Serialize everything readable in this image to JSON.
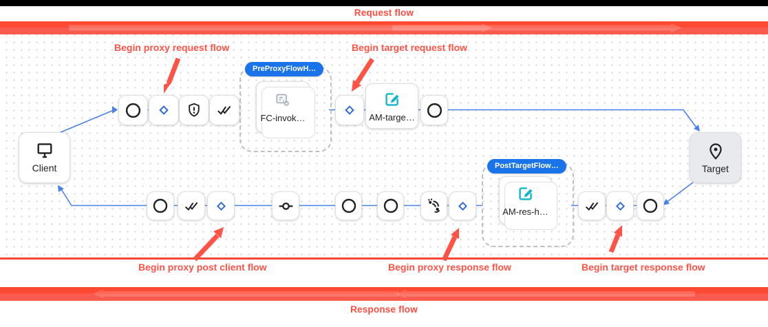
{
  "banners": {
    "request_label": "Request flow",
    "response_label": "Response flow"
  },
  "annotations": {
    "proxy_request": "Begin proxy request flow",
    "target_request": "Begin target request flow",
    "proxy_post_client": "Begin proxy post client flow",
    "proxy_response": "Begin proxy response flow",
    "target_response": "Begin target response flow"
  },
  "endpoints": {
    "client_label": "Client",
    "target_label": "Target"
  },
  "flow_hooks": {
    "pre_proxy_badge": "PreProxyFlowH…",
    "post_target_badge": "PostTargetFlow…"
  },
  "policies": {
    "flow_callout_label": "FC-invok…",
    "am_target_label": "AM-targe…",
    "am_response_label": "AM-res-h…"
  },
  "icons": {
    "client": "desktop-monitor-icon",
    "target": "location-pin-icon",
    "flow_step_circle": "circle-step-icon",
    "flow_step_diamond": "diamond-step-icon",
    "flow_step_shield": "shield-verify-icon",
    "flow_step_double_check": "double-check-icon",
    "flow_step_socket": "inline-socket-icon",
    "flow_step_signal": "signal-antenna-icon",
    "policy_edit": "edit-square-icon",
    "policy_flow_callout": "flow-callout-icon"
  },
  "colors": {
    "annotation_red": "#ff5347",
    "banner_red": "#ff4a33",
    "connector_blue": "#4a80e9",
    "badge_blue": "#1a73e8",
    "edit_teal": "#12b5cb",
    "node_border": "#dcdfe3",
    "target_bg": "#e9eaed"
  }
}
